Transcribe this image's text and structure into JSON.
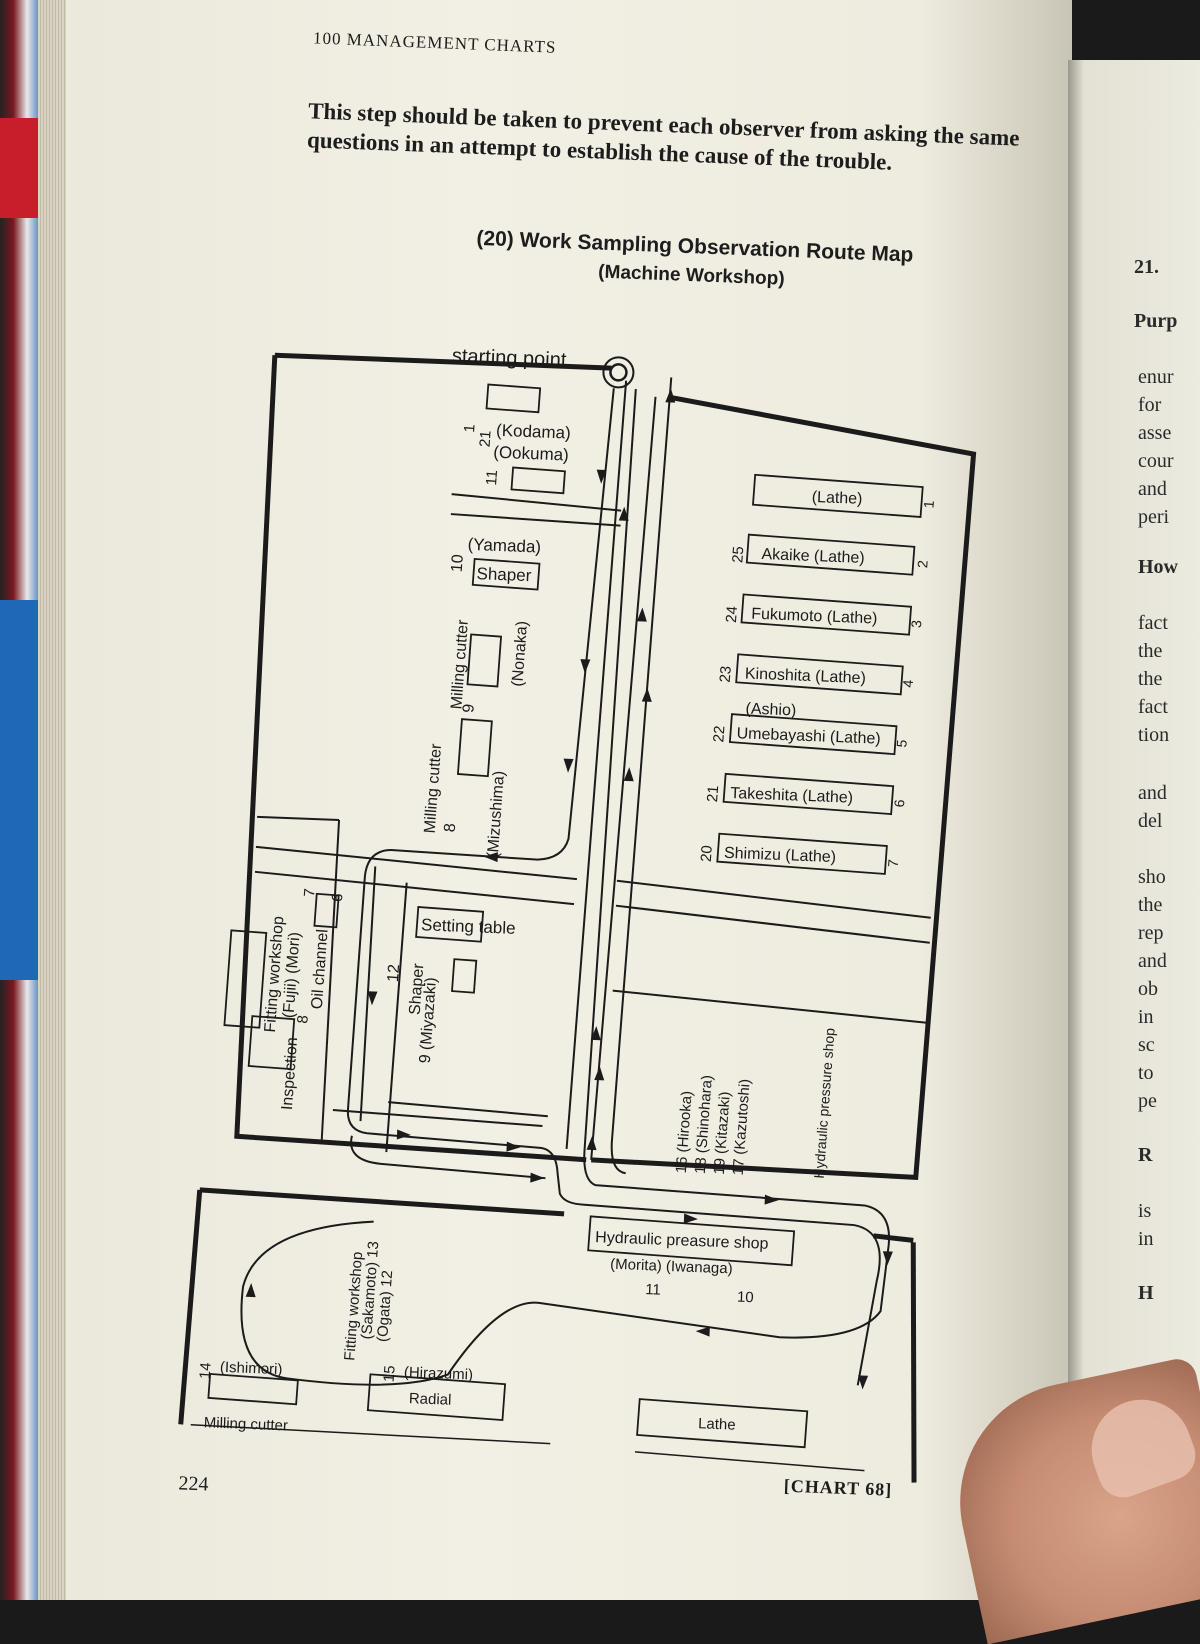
{
  "page": {
    "running_head": "100 MANAGEMENT CHARTS",
    "body_text": "This step should be taken to prevent each observer from asking the same questions in an attempt to establish the cause of the trouble.",
    "chart_title": "(20)  Work Sampling Observation Route Map",
    "chart_subtitle": "(Machine Workshop)",
    "page_number": "224",
    "chart_ref": "[CHART 68]"
  },
  "map": {
    "starting_point": "starting point",
    "kodama": "(Kodama)",
    "ookuma": "(Ookuma)",
    "num_1": "1",
    "num_2": "2",
    "num_11a": "11",
    "num_21": "21",
    "yamada": "(Yamada)",
    "num_10": "10",
    "shaper": "Shaper",
    "milling_cutter": "Milling cutter",
    "num_9": "9",
    "nonaka": "(Nonaka)",
    "num_8": "8",
    "mizushima": "(Mizushima)",
    "lathes": [
      {
        "left": "",
        "label": "(Lathe)",
        "right": "1"
      },
      {
        "left": "25",
        "label": "Akaike  (Lathe)",
        "right": "2"
      },
      {
        "left": "24",
        "label": "Fukumoto (Lathe)",
        "right": "3"
      },
      {
        "left": "23",
        "label": "Kinoshita (Lathe)",
        "right": "4"
      },
      {
        "left": "22",
        "label": "Umebayashi (Lathe)",
        "right": "5"
      },
      {
        "left": "21",
        "label": "Takeshita (Lathe)",
        "right": "6"
      },
      {
        "left": "20",
        "label": "Shimizu (Lathe)",
        "right": "7"
      }
    ],
    "ashio": "(Ashio)",
    "setting_table": "Setting table",
    "num_12": "12",
    "shaper2": "Shaper",
    "miyazaki": "9 (Miyazaki)",
    "fitting_workshop": "Fitting workshop",
    "fujii_mori": "(Fujii) (Mori)",
    "num_7": "7",
    "num_8b": "8",
    "oil_channel": "Oil channel",
    "num_6": "6",
    "inspection": "Inspection",
    "hiro_16": "16 (Hirooka)",
    "hiro_18": "18 (Shinohara)",
    "hiro_19": "19 (Kitazaki)",
    "hiro_17": "17 (Kazutoshi)",
    "hyd_shop_v": "Hydraulic pressure shop",
    "hyd_shop": "Hydraulic preasure shop",
    "morita_iwanaga": "(Morita)  (Iwanaga)",
    "num_11b": "11",
    "num_10b": "10",
    "fitting_workshop2": "Fitting workshop",
    "sakamoto": "(Sakamoto) 13",
    "ogata": "(Ogata) 12",
    "num_15": "15",
    "hirazumi": "(Hirazumi)",
    "radial": "Radial",
    "num_14": "14",
    "ishimori": "(Ishimori)",
    "milling_cutter2": "Milling cutter",
    "lathe2": "Lathe"
  },
  "next_page": {
    "lines": [
      "21.",
      "Purp",
      "enur",
      "for",
      "asse",
      "cour",
      "and",
      "peri",
      "How",
      "fact",
      "the",
      "the",
      "fact",
      "tion",
      "and",
      "del",
      "sho",
      "the",
      "rep",
      "and",
      "ob",
      "in",
      "sc",
      "to",
      "pe",
      "R",
      "is",
      "in",
      "H"
    ]
  }
}
